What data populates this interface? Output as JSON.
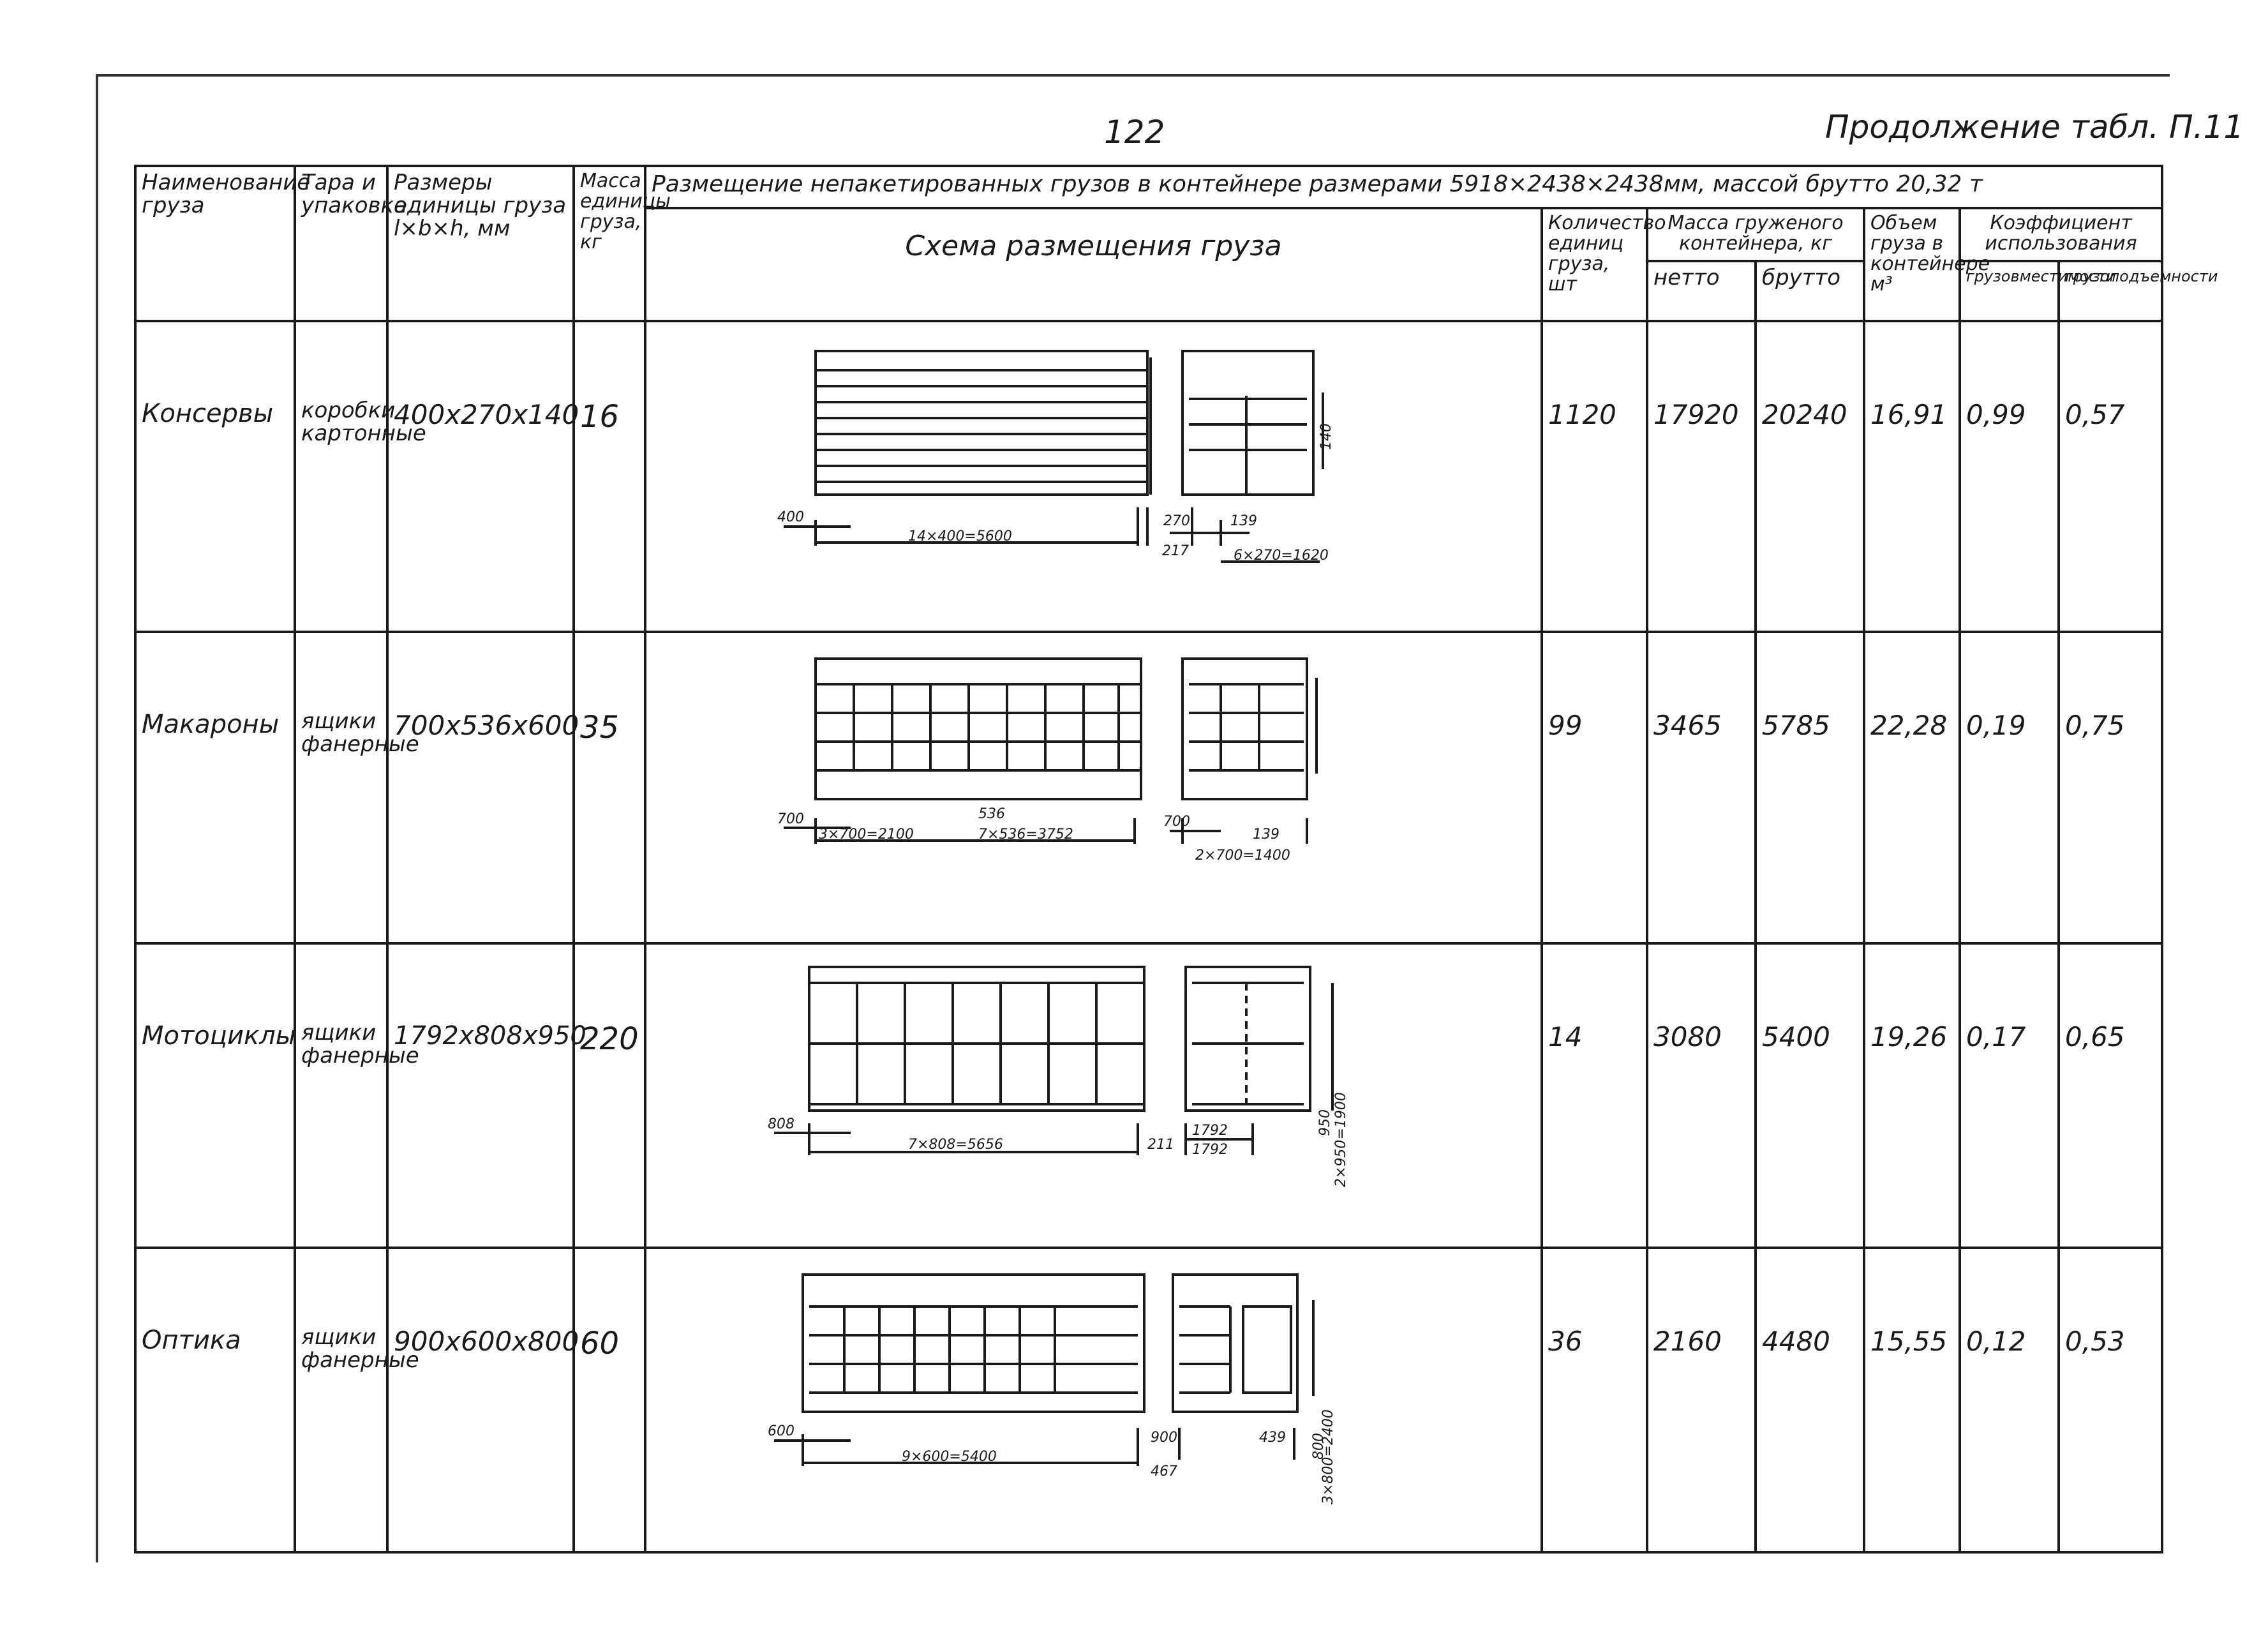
{
  "page_number": "122",
  "continuation": "Продолжение табл. П.11",
  "table": {
    "main_header": "Размещение непакетированных грузов в контейнере размерами 5918×2438×2438мм, массой брутто 20,32 т",
    "col_name": "Наименование груза",
    "col_package": "Тара и упаковка",
    "col_dims": "Размеры единицы груза l×b×h, мм",
    "col_mass": "Масса единицы груза, кг",
    "col_scheme": "Схема размещения груза",
    "col_qty": "Количество единиц груза, шт",
    "col_load_mass": "Масса груженого контейнера, кг",
    "col_netto": "нетто",
    "col_brutto": "брутто",
    "col_volume": "Объем груза в контейнере м³",
    "col_coef": "Коэффициент использования",
    "col_coef_vol": "грузовместимости",
    "col_coef_load": "грузоподъемности",
    "rows": [
      {
        "name": "Консервы",
        "package": "коробки картонные",
        "dims": "400x270x140",
        "mass": "16",
        "qty": "1120",
        "netto": "17920",
        "brutto": "20240",
        "volume": "16,91",
        "coef_vol": "0,99",
        "coef_load": "0,57",
        "dim_a": "400",
        "dim_b": "14×400=5600",
        "dim_c": "270",
        "dim_d": "139",
        "dim_e": "217",
        "dim_f": "6×270=1620",
        "dim_g": "140"
      },
      {
        "name": "Макароны",
        "package": "ящики фанерные",
        "dims": "700x536x600",
        "mass": "35",
        "qty": "99",
        "netto": "3465",
        "brutto": "5785",
        "volume": "22,28",
        "coef_vol": "0,19",
        "coef_load": "0,75",
        "dim_a": "700",
        "dim_b": "3×700=2100",
        "dim_c": "536",
        "dim_d": "7×536=3752",
        "dim_e": "700",
        "dim_f": "2×700=1400",
        "dim_g": "139"
      },
      {
        "name": "Мотоциклы",
        "package": "ящики фанерные",
        "dims": "1792x808x950",
        "mass": "220",
        "qty": "14",
        "netto": "3080",
        "brutto": "5400",
        "volume": "19,26",
        "coef_vol": "0,17",
        "coef_load": "0,65",
        "dim_a": "808",
        "dim_b": "7×808=5656",
        "dim_c": "211",
        "dim_d": "1792",
        "dim_e": "1792",
        "dim_f": "2×950=1900",
        "dim_g": "950"
      },
      {
        "name": "Оптика",
        "package": "ящики фанерные",
        "dims": "900x600x800",
        "mass": "60",
        "qty": "36",
        "netto": "2160",
        "brutto": "4480",
        "volume": "15,55",
        "coef_vol": "0,12",
        "coef_load": "0,53",
        "dim_a": "600",
        "dim_b": "9×600=5400",
        "dim_c": "467",
        "dim_d": "900",
        "dim_e": "439",
        "dim_f": "3×800=2400",
        "dim_g": "800"
      }
    ]
  }
}
